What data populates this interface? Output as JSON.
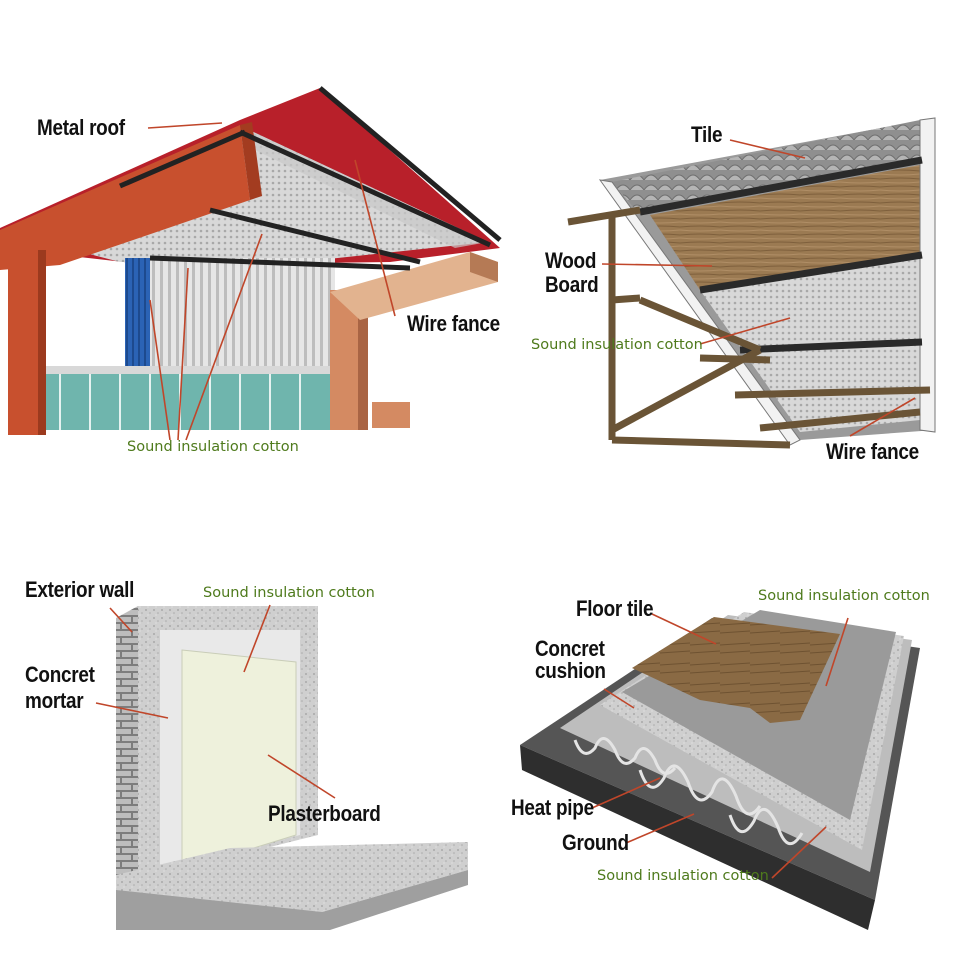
{
  "panels": {
    "metal_roof": {
      "metal_roof": "Metal roof",
      "wire_fance": "Wire fance",
      "sound_insulation_cotton": "Sound insulation cotton"
    },
    "tile_roof": {
      "tile": "Tile",
      "wood_board_line1": "Wood",
      "wood_board_line2": "Board",
      "sound_insulation_cotton": "Sound insulation cotton",
      "wire_fance": "Wire fance"
    },
    "wall": {
      "exterior_wall": "Exterior wall",
      "sound_insulation_cotton": "Sound insulation cotton",
      "concret_mortar_line1": "Concret",
      "concret_mortar_line2": "mortar",
      "plasterboard": "Plasterboard"
    },
    "floor": {
      "floor_tile": "Floor tile",
      "sound_insulation_cotton_top": "Sound insulation cotton",
      "concret_cushion_line1": "Concret",
      "concret_cushion_line2": "cushion",
      "heat_pipe": "Heat pipe",
      "ground": "Ground",
      "sound_insulation_cotton_bottom": "Sound insulation cotton"
    }
  },
  "colors": {
    "label_text": "#111111",
    "green_text": "#4e7a1c",
    "pointer": "#c0462a",
    "steel_beam": "#c8502e",
    "roof_red": "#b8202a"
  }
}
